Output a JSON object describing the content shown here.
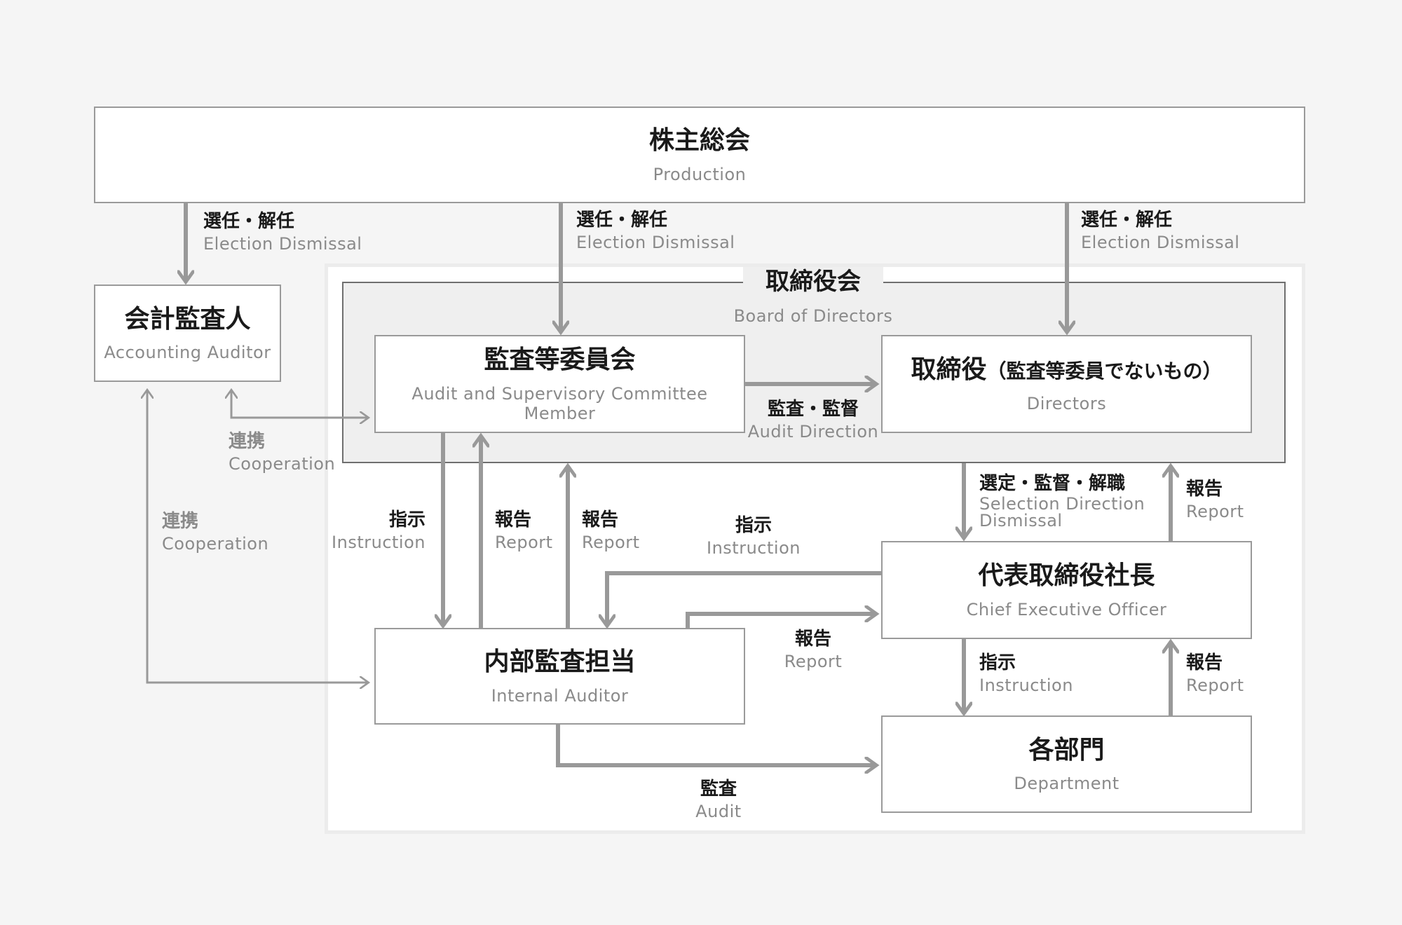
{
  "shareholders": {
    "jp": "株主総会",
    "en": "Production"
  },
  "accounting_auditor": {
    "jp": "会計監査人",
    "en": "Accounting Auditor"
  },
  "board": {
    "jp": "取締役会",
    "en": "Board of Directors"
  },
  "audit_committee": {
    "jp": "監査等委員会",
    "en": "Audit and Supervisory Committee Member"
  },
  "directors": {
    "jp": "取締役",
    "jp_note": "（監査等委員でないもの）",
    "en": "Directors"
  },
  "ceo": {
    "jp": "代表取締役社長",
    "en": "Chief Executive Officer"
  },
  "internal_auditor": {
    "jp": "内部監査担当",
    "en": "Internal Auditor"
  },
  "department": {
    "jp": "各部門",
    "en": "Department"
  },
  "labels": {
    "election1": {
      "jp": "選任・解任",
      "en": "Election Dismissal"
    },
    "election2": {
      "jp": "選任・解任",
      "en": "Election Dismissal"
    },
    "election3": {
      "jp": "選任・解任",
      "en": "Election Dismissal"
    },
    "cooperation1": {
      "jp": "連携",
      "en": "Cooperation"
    },
    "cooperation2": {
      "jp": "連携",
      "en": "Cooperation"
    },
    "audit_direction": {
      "jp": "監査・監督",
      "en": "Audit Direction"
    },
    "selection": {
      "jp": "選定・監督・解職",
      "en": "Selection Direction",
      "en2": "Dismissal"
    },
    "report_dir": {
      "jp": "報告",
      "en": "Report"
    },
    "instruction_ac": {
      "jp": "指示",
      "en": "Instruction"
    },
    "report_ac": {
      "jp": "報告",
      "en": "Report"
    },
    "report_board": {
      "jp": "報告",
      "en": "Report"
    },
    "instruction_ceo": {
      "jp": "指示",
      "en": "Instruction"
    },
    "report_to_ceo": {
      "jp": "報告",
      "en": "Report"
    },
    "instruction_dept": {
      "jp": "指示",
      "en": "Instruction"
    },
    "report_dept": {
      "jp": "報告",
      "en": "Report"
    },
    "audit": {
      "jp": "監査",
      "en": "Audit"
    }
  }
}
